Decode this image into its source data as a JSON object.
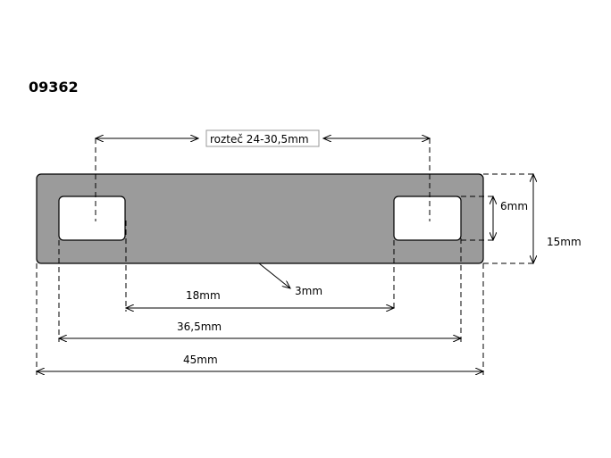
{
  "title": "09362",
  "colors": {
    "plate": "#9b9b9b",
    "hole": "#ffffff",
    "line": "#000000"
  },
  "dimensions": {
    "pitch": "rozteč 24-30,5mm",
    "hole_height": "6mm",
    "height": "15mm",
    "hole_gap": "18mm",
    "hole_span": "36,5mm",
    "length": "45mm",
    "radius": "3mm"
  }
}
